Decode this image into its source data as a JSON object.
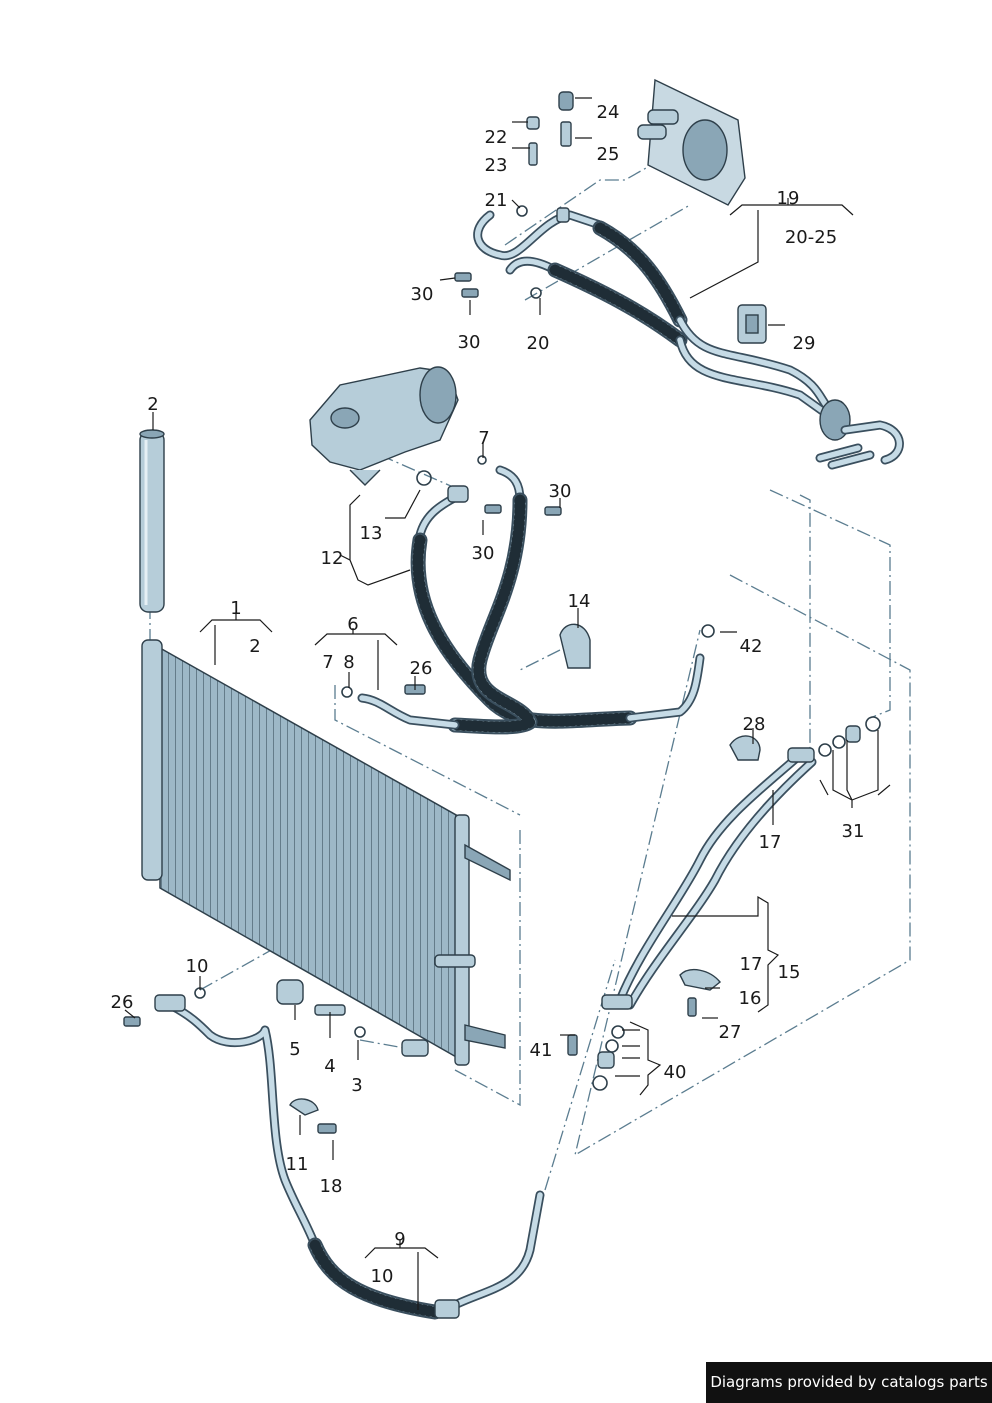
{
  "labels": {
    "l1": "1",
    "l2a": "2",
    "l2b": "2",
    "l3": "3",
    "l4": "4",
    "l5": "5",
    "l6": "6",
    "l7a": "7",
    "l7b": "7",
    "l8": "8",
    "l9": "9",
    "l10a": "10",
    "l10b": "10",
    "l11": "11",
    "l12": "12",
    "l13": "13",
    "l14": "14",
    "l15": "15",
    "l16": "16",
    "l17a": "17",
    "l17b": "17",
    "l18": "18",
    "l19": "19",
    "l20a": "20",
    "l2025": "20-25",
    "l21": "21",
    "l22": "22",
    "l23": "23",
    "l24": "24",
    "l25": "25",
    "l26a": "26",
    "l26b": "26",
    "l27": "27",
    "l28": "28",
    "l29": "29",
    "l30a": "30",
    "l30b": "30",
    "l30c": "30",
    "l30d": "30",
    "l31": "31",
    "l40": "40",
    "l41": "41",
    "l42": "42"
  },
  "footer": {
    "text": "Diagrams provided by catalogs parts"
  },
  "colors": {
    "metal": "#b6cdd9",
    "outline": "#2e3f4a",
    "leader": "#1a1a1a",
    "dashed": "#5b7d90",
    "footer_bg": "#111111"
  }
}
